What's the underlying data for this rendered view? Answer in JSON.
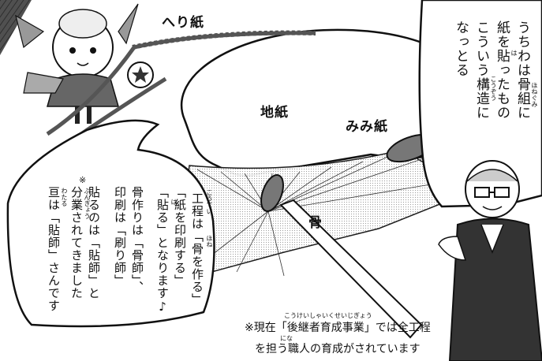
{
  "labels": {
    "heri": "へり紙",
    "jigami": "地紙",
    "mimi": "みみ紙",
    "hone": "骨"
  },
  "right_bubble": {
    "lines": [
      "うちわは骨組に",
      "紙を貼ったもの",
      "こういう構造に",
      "なっとる"
    ],
    "furigana": [
      "ほねぐみ",
      "は",
      "こうぞう"
    ]
  },
  "left_bubble": {
    "note_mark": "※",
    "lines": [
      "工程は「骨を作る」",
      "「紙を印刷する」",
      "「貼る」となります♪",
      "骨作りは「骨師」、",
      "印刷は「刷り師」",
      "貼るのは「貼師」と",
      "分業されてきました",
      "亘は「貼師」さんです"
    ],
    "furigana": [
      "こうてい",
      "ほね",
      "は",
      "ぶんぎょう",
      "わたる"
    ]
  },
  "footnote": {
    "line1": "※現在「後継者育成事業」では全工程",
    "line2": "を担う職人の育成がされています",
    "furigana1": "こうけいしゃいくせいじぎょう",
    "furigana2": "にな"
  },
  "colors": {
    "ink": "#111111",
    "paper": "#ffffff",
    "bg_stripes": "#3a3a3a"
  },
  "icons": [
    "uchiwa-fan",
    "anime-girl-character",
    "man-with-glasses-character",
    "star-ornament",
    "speech-bubble"
  ]
}
